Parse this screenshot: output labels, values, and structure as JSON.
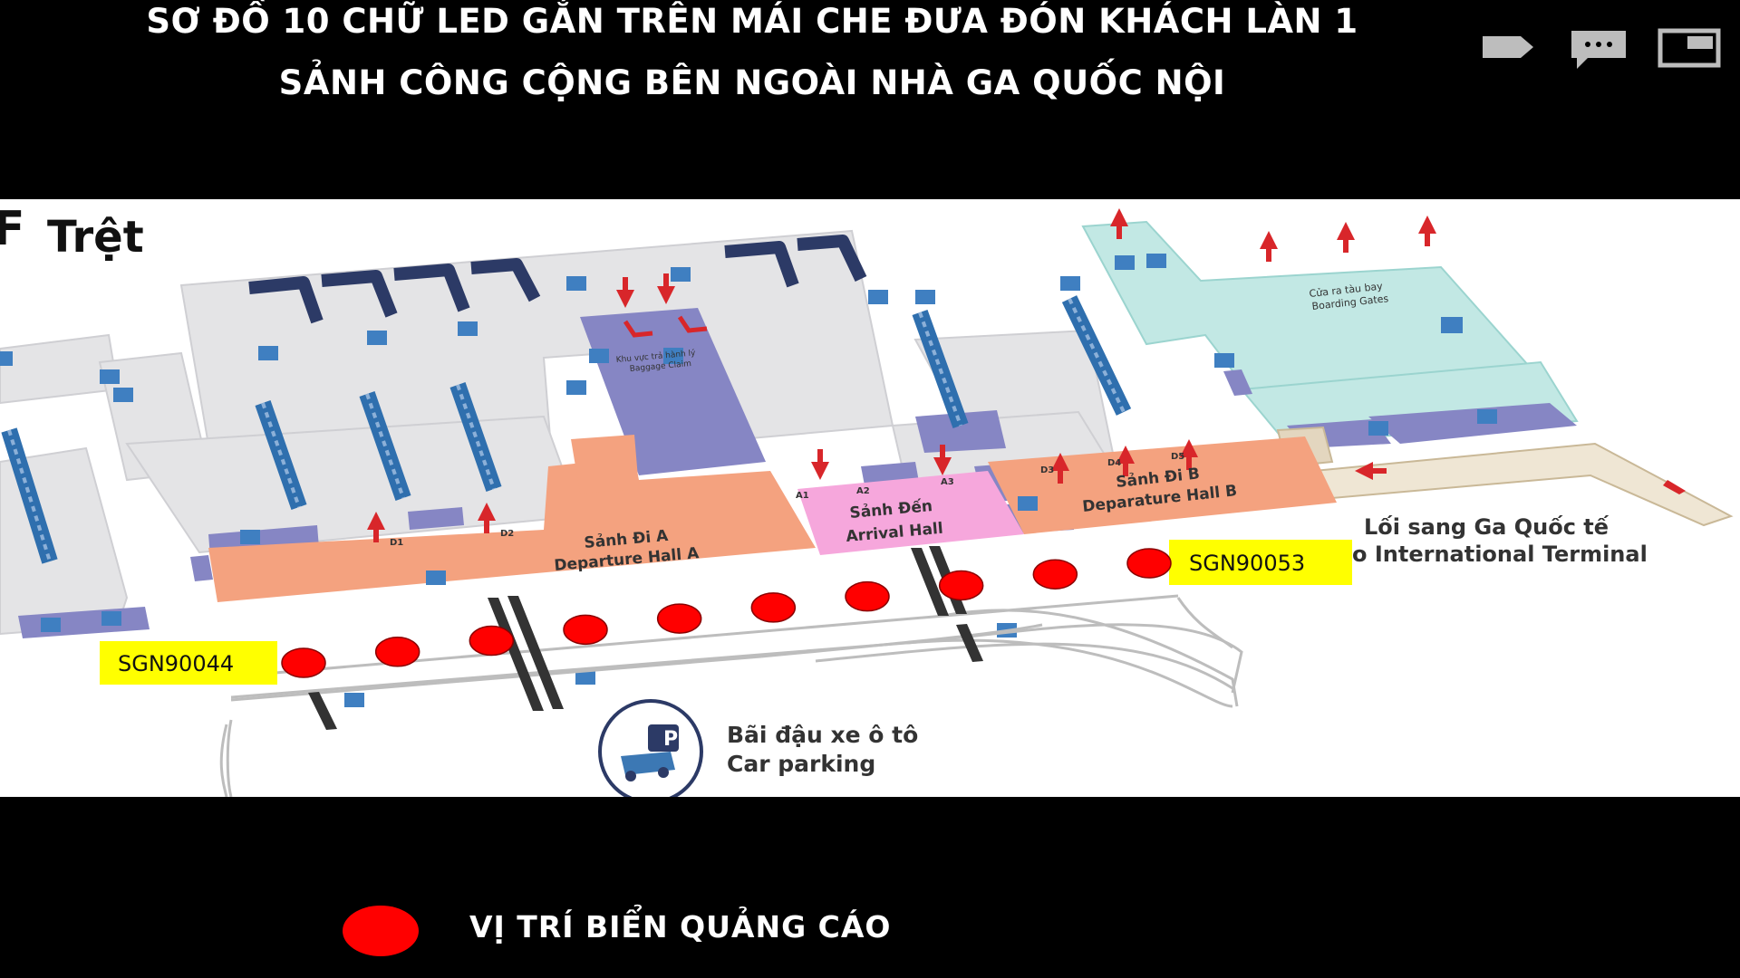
{
  "header": {
    "line1": "SƠ ĐỒ 10 CHỮ LED GẮN TRÊN MÁI CHE ĐƯA ĐÓN KHÁCH LÀN 1",
    "line2": "SẢNH CÔNG CỘNG BÊN NGOÀI NHÀ GA QUỐC NỘI"
  },
  "viewer_controls": [
    "tag-icon",
    "comment-icon",
    "window-icon"
  ],
  "map": {
    "floor_letter": "F",
    "floor_label": "Trệt",
    "baggage_claim_vi": "Khu vực trả hành lý",
    "baggage_claim_en": "Baggage Claim",
    "boarding_vi": "Cửa ra tàu bay",
    "boarding_en": "Boarding Gates",
    "departure_a_vi": "Sảnh Đi A",
    "departure_a_en": "Departure Hall A",
    "arrival_vi": "Sảnh Đến",
    "arrival_en": "Arrival Hall",
    "departure_b_vi": "Sảnh Đi B",
    "departure_b_en": "Deparature Hall B",
    "international_vi": "Lối sang Ga Quốc tế",
    "international_en": "o International Terminal",
    "parking_vi": "Bãi đậu xe ô tô",
    "parking_en": "Car parking",
    "parking_icon_letter": "P",
    "doors": [
      "D1",
      "D2",
      "A1",
      "A2",
      "A3",
      "D3",
      "D4",
      "D5"
    ],
    "code_left": "SGN90044",
    "code_right": "SGN90053",
    "marker_count": 10,
    "marker_color": "#ff0000"
  },
  "legend": {
    "label": "VỊ TRÍ BIỂN QUẢNG CÁO"
  }
}
